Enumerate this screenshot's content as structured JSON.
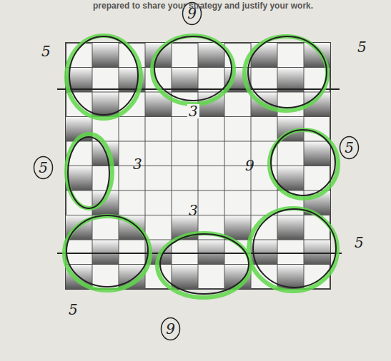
{
  "diagram": {
    "nodes": [
      {
        "text": [
          "9"
        ]
      },
      {
        "text": [
          "5"
        ]
      },
      {
        "text": [
          "5"
        ]
      },
      {
        "text": [
          "9"
        ]
      }
    ],
    "labels": [
      "prepared to share your strategy and justify your work.",
      "5",
      "5",
      "3",
      "9",
      "3",
      "5",
      "5",
      "3"
    ]
  }
}
